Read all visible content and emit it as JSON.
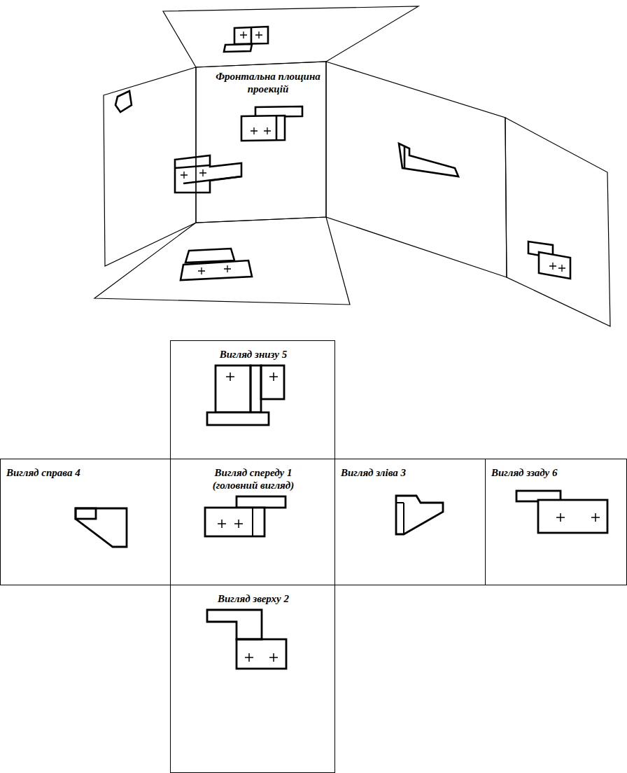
{
  "diagram": {
    "nodes": [
      {
        "text": [
          "Вигляд знизу 5"
        ]
      },
      {
        "text": [
          "Вигляд справа 4"
        ]
      },
      {
        "text": [
          "Вигляд спереду 1 (головний вигляд)"
        ]
      },
      {
        "text": [
          "Вигляд зліва 3"
        ]
      },
      {
        "text": [
          "Вигляд ззаду 6"
        ]
      },
      {
        "text": [
          "Вигляд зверху 2"
        ]
      }
    ],
    "labels": [
      "Фронтальна площина проекцій"
    ]
  }
}
